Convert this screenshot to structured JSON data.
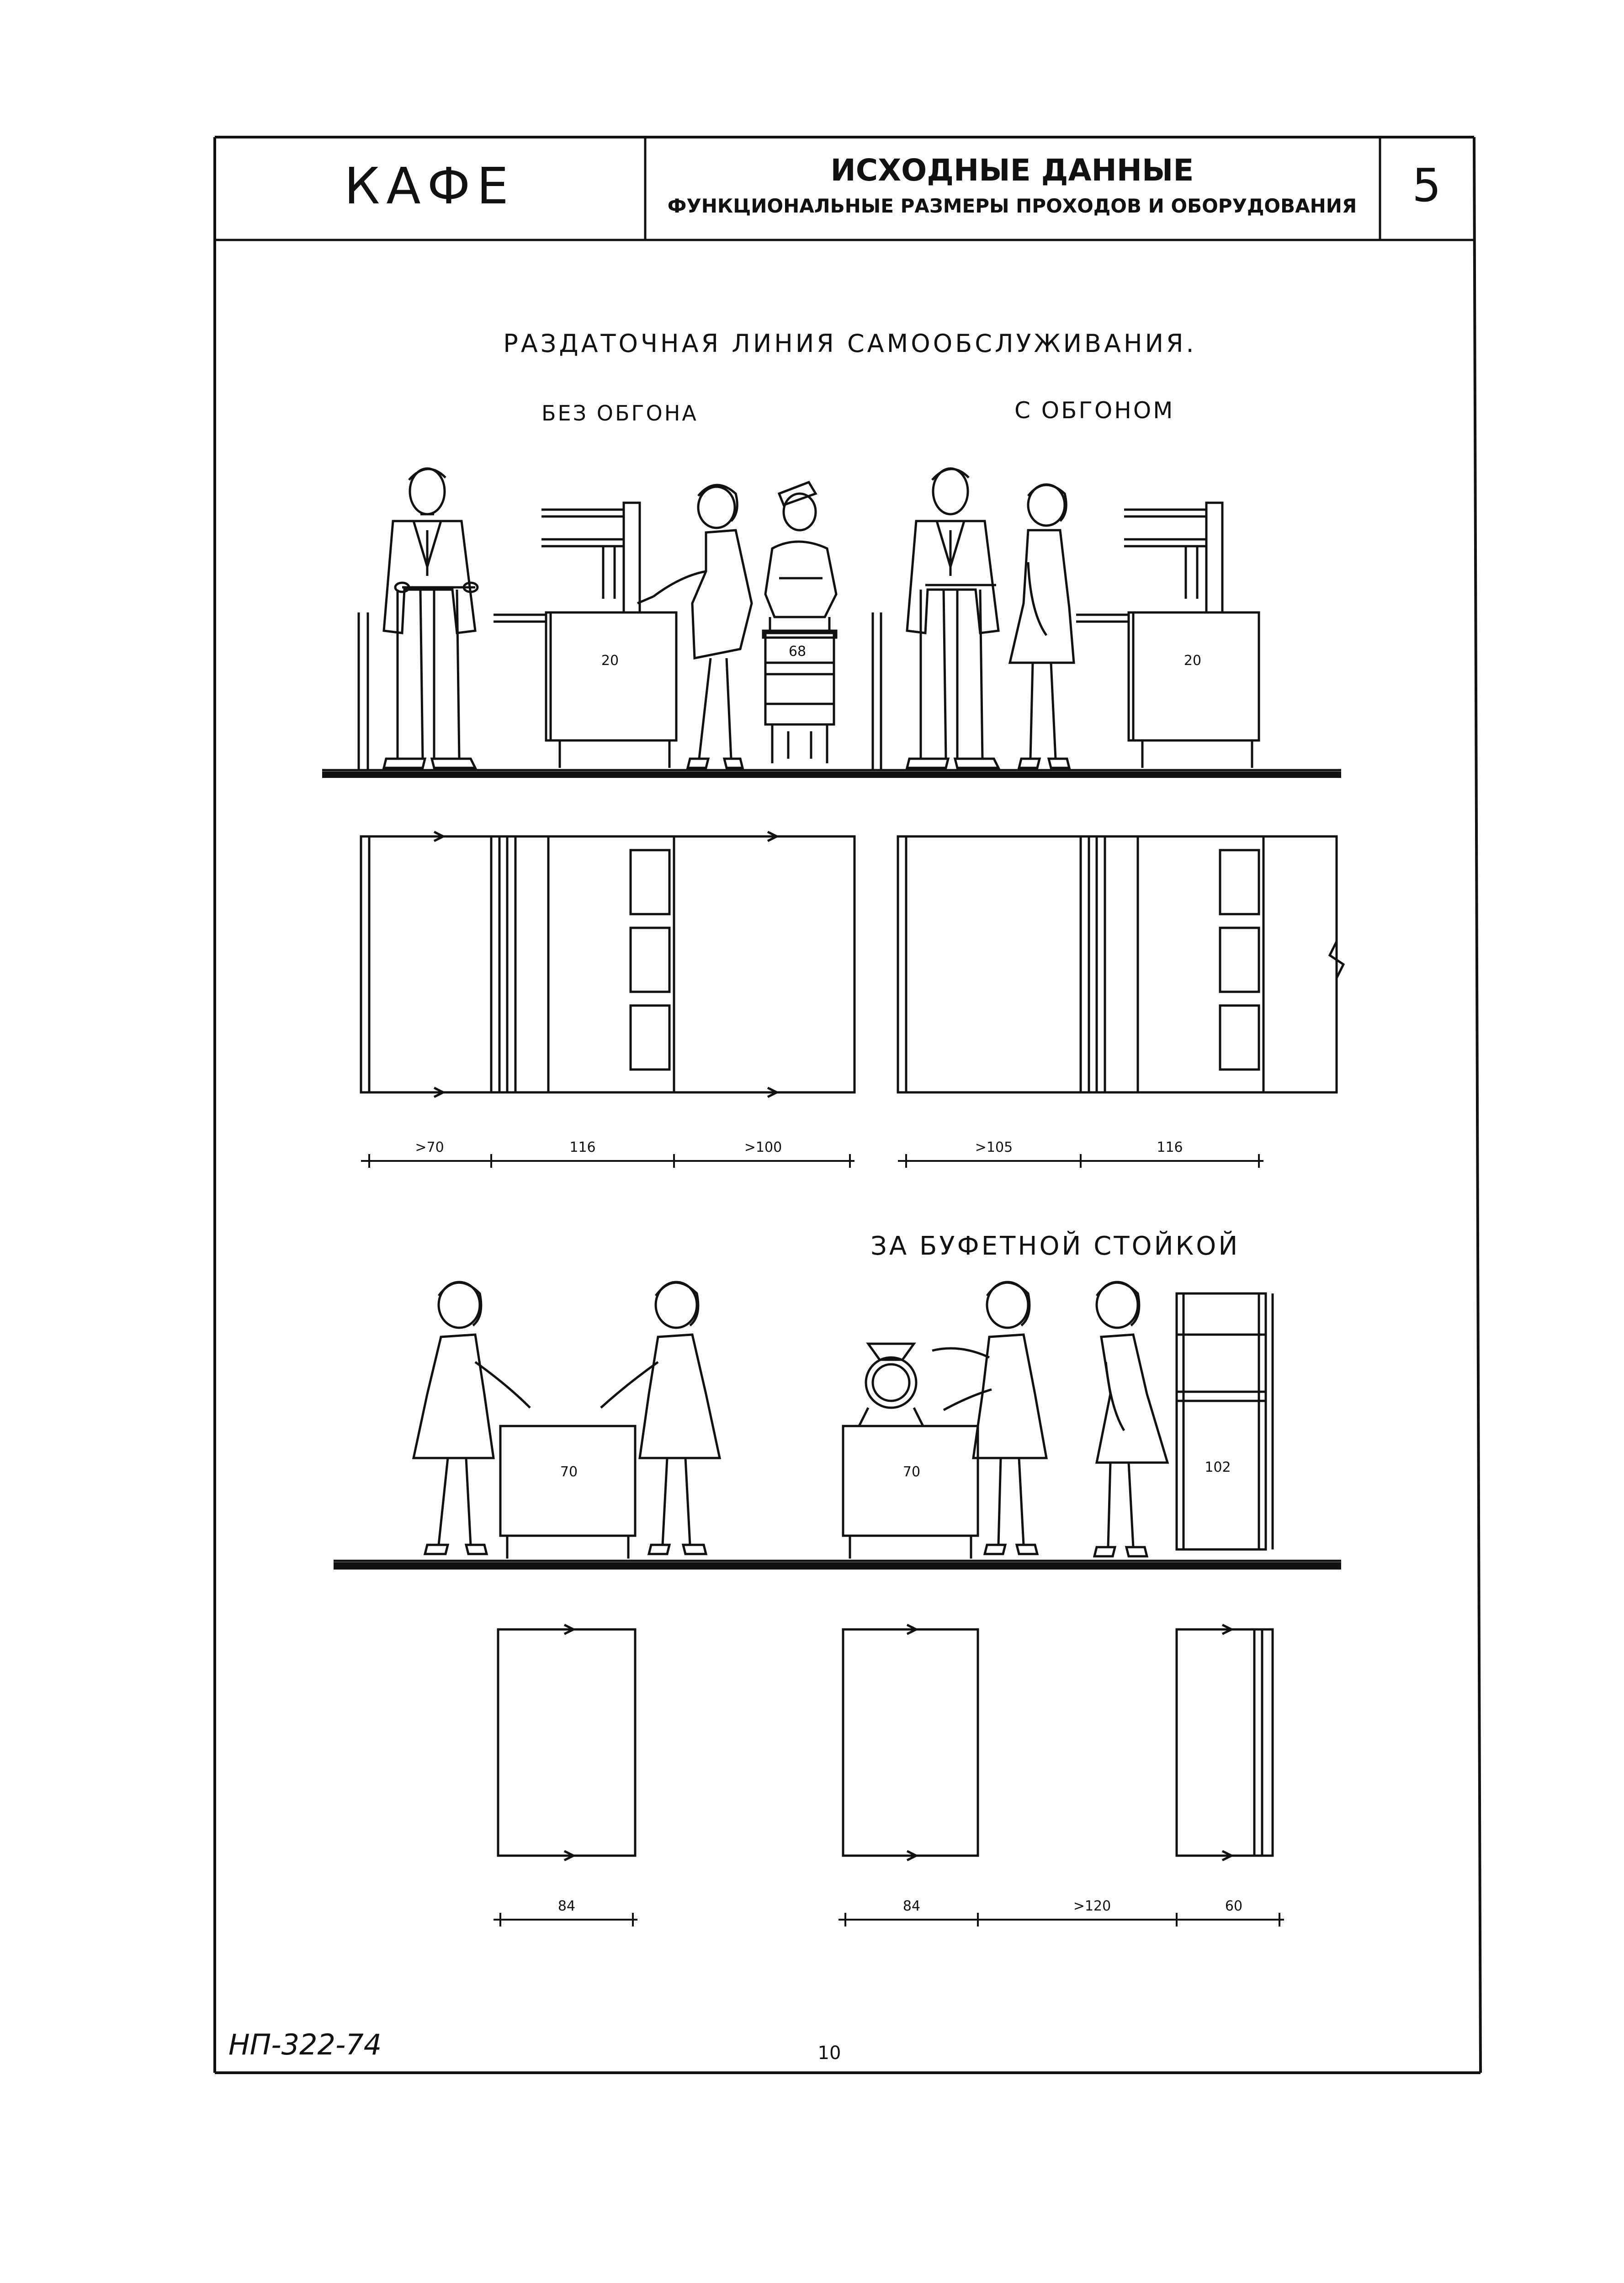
{
  "title_block": {
    "cafe": "КАФЕ",
    "title": "ИСХОДНЫЕ ДАННЫЕ",
    "subtitle": "ФУНКЦИОНАЛЬНЫЕ РАЗМЕРЫ ПРОХОДОВ И ОБОРУДОВАНИЯ",
    "sheet_number": "5"
  },
  "section1": {
    "heading": "РАЗДАТОЧНАЯ ЛИНИЯ САМООБСЛУЖИВАНИЯ.",
    "left_caption": "БЕЗ ОБГОНА",
    "right_caption": "С ОБГОНОМ",
    "left_counter_height": "20",
    "left_cart_height": "68",
    "right_counter_height": "20",
    "left_dims": [
      ">70",
      "116",
      ">100"
    ],
    "right_dims": [
      ">105",
      "116"
    ]
  },
  "section2": {
    "heading": "ЗА БУФЕТНОЙ СТОЙКОЙ",
    "left_counter_height": "70",
    "right_counter_height": "70",
    "cabinet_height": "102",
    "left_dims": [
      "84"
    ],
    "right_dims": [
      "84",
      ">120",
      "60"
    ]
  },
  "footer": {
    "doc_code": "НП-322-74",
    "page_number": "10"
  }
}
